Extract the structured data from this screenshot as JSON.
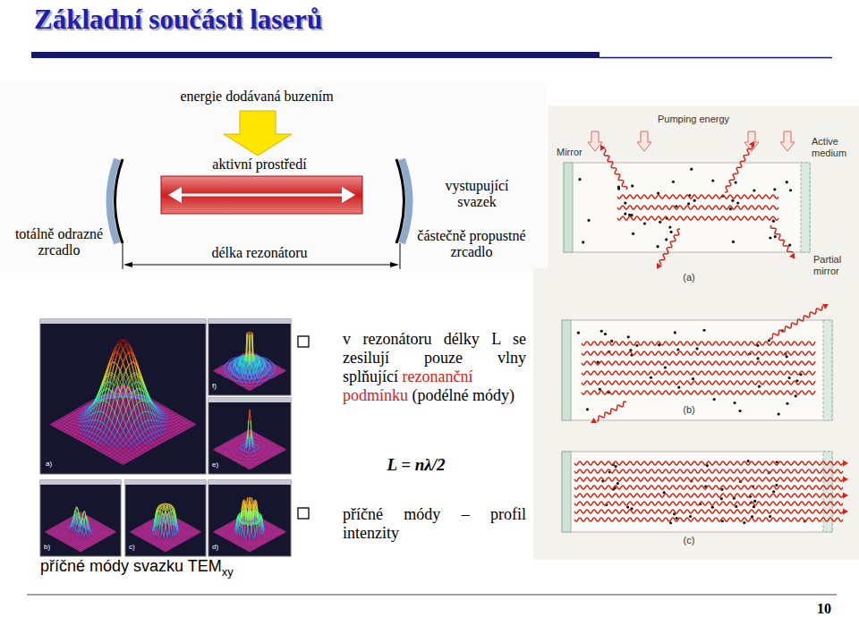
{
  "diagram": {
    "title": "Základní součásti laserů",
    "labels": [
      "energie dodávaná buzením",
      "aktivní prostředí",
      "totálně odrazné zrcadlo",
      "délka rezonátoru",
      "vystupující svazek",
      "částečně propustné zrcadlo",
      "Pumping energy",
      "Mirror",
      "Active medium",
      "Partial mirror",
      "(a)",
      "(b)",
      "(c)",
      "a)",
      "f)",
      "e)",
      "b)",
      "c)",
      "d)",
      "příčné módy svazku TEM",
      "xy",
      "v rezonátoru délky L se zesilují pouze vlny splňující",
      "rezonanční podmínku",
      "(podélné módy)",
      "L = nλ/2",
      "příčné módy – profil intenzity",
      "10"
    ]
  }
}
